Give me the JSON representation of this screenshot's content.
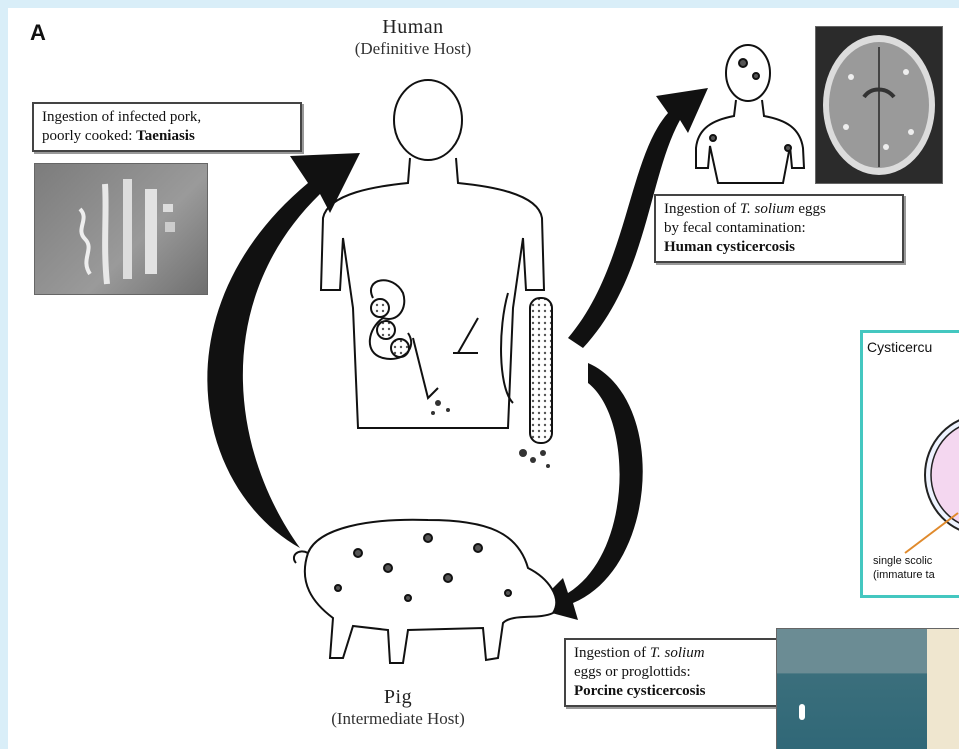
{
  "panel_label": "A",
  "human": {
    "name": "Human",
    "role": "(Definitive Host)"
  },
  "pig": {
    "name": "Pig",
    "role": "(Intermediate Host)"
  },
  "captions": {
    "taeniasis": {
      "line1": "Ingestion of infected pork,",
      "line2": "poorly cooked: ",
      "line2_bold": "Taeniasis"
    },
    "human_cysticercosis": {
      "line1a": "Ingestion of ",
      "line1_italic": "T. solium",
      "line1b": " eggs",
      "line2": "by fecal contamination:",
      "line3_bold": "Human cysticercosis"
    },
    "porcine_cysticercosis": {
      "line1a": "Ingestion of ",
      "line1_italic": "T. solium",
      "line2": "eggs or proglottids:",
      "line3_bold": "Porcine cysticercosis"
    }
  },
  "inset": {
    "title": "Cysticercu",
    "label_line1": "single scolic",
    "label_line2": "(immature ta"
  },
  "colors": {
    "inset_border": "#44c7c0",
    "inset_fill": "#f4d7f0",
    "pointer": "#e08a2c",
    "page_bg": "#d9eef8"
  }
}
